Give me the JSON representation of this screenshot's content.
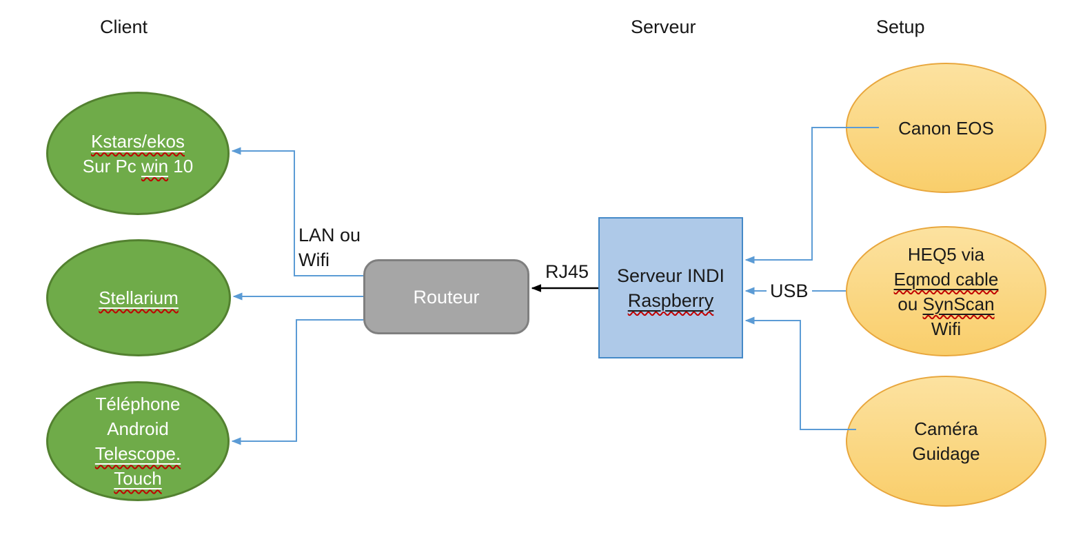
{
  "headers": {
    "client": "Client",
    "server": "Serveur",
    "setup": "Setup"
  },
  "nodes": {
    "kstars": {
      "line1": "Kstars/ekos",
      "line2_pre": "Sur Pc ",
      "line2_u": "win",
      "line2_post": " 10"
    },
    "stellarium": {
      "line1": "Stellarium"
    },
    "phone": {
      "line1": "Téléphone",
      "line2": "Android",
      "line3": "Telescope.",
      "line4": "Touch"
    },
    "router": {
      "label": "Routeur"
    },
    "indi": {
      "line1": "Serveur INDI",
      "line2": "Raspberry"
    },
    "canon": {
      "line1": "Canon EOS"
    },
    "heq5": {
      "line1": "HEQ5 via",
      "line2": "Eqmod cable",
      "line3_pre": "ou ",
      "line3_u": "SynScan",
      "line4": "Wifi"
    },
    "guide": {
      "line1": "Caméra",
      "line2": "Guidage"
    }
  },
  "labels": {
    "lan_line1": "LAN ou",
    "lan_line2": "Wifi",
    "rj45": "RJ45",
    "usb": "USB"
  },
  "edges": [
    {
      "from": "router",
      "to": "kstars",
      "label": "LAN ou Wifi"
    },
    {
      "from": "router",
      "to": "stellarium",
      "label": "LAN ou Wifi"
    },
    {
      "from": "router",
      "to": "phone",
      "label": "LAN ou Wifi"
    },
    {
      "from": "indi",
      "to": "router",
      "label": "RJ45"
    },
    {
      "from": "canon",
      "to": "indi",
      "label": ""
    },
    {
      "from": "heq5",
      "to": "indi",
      "label": "USB"
    },
    {
      "from": "guide",
      "to": "indi",
      "label": ""
    }
  ],
  "colors": {
    "green_fill": "#6FAB49",
    "green_border": "#538130",
    "orange_top": "#FCE2A0",
    "orange_bottom": "#F9CE6B",
    "orange_border": "#E8A63C",
    "indibox_fill": "#AEC9E8",
    "indibox_border": "#4489C8",
    "router_fill": "#A6A6A6",
    "router_border": "#7F7F7F",
    "connector_blue": "#5B9BD5",
    "arrow_black": "#000000",
    "squiggle_red": "#C00000"
  }
}
